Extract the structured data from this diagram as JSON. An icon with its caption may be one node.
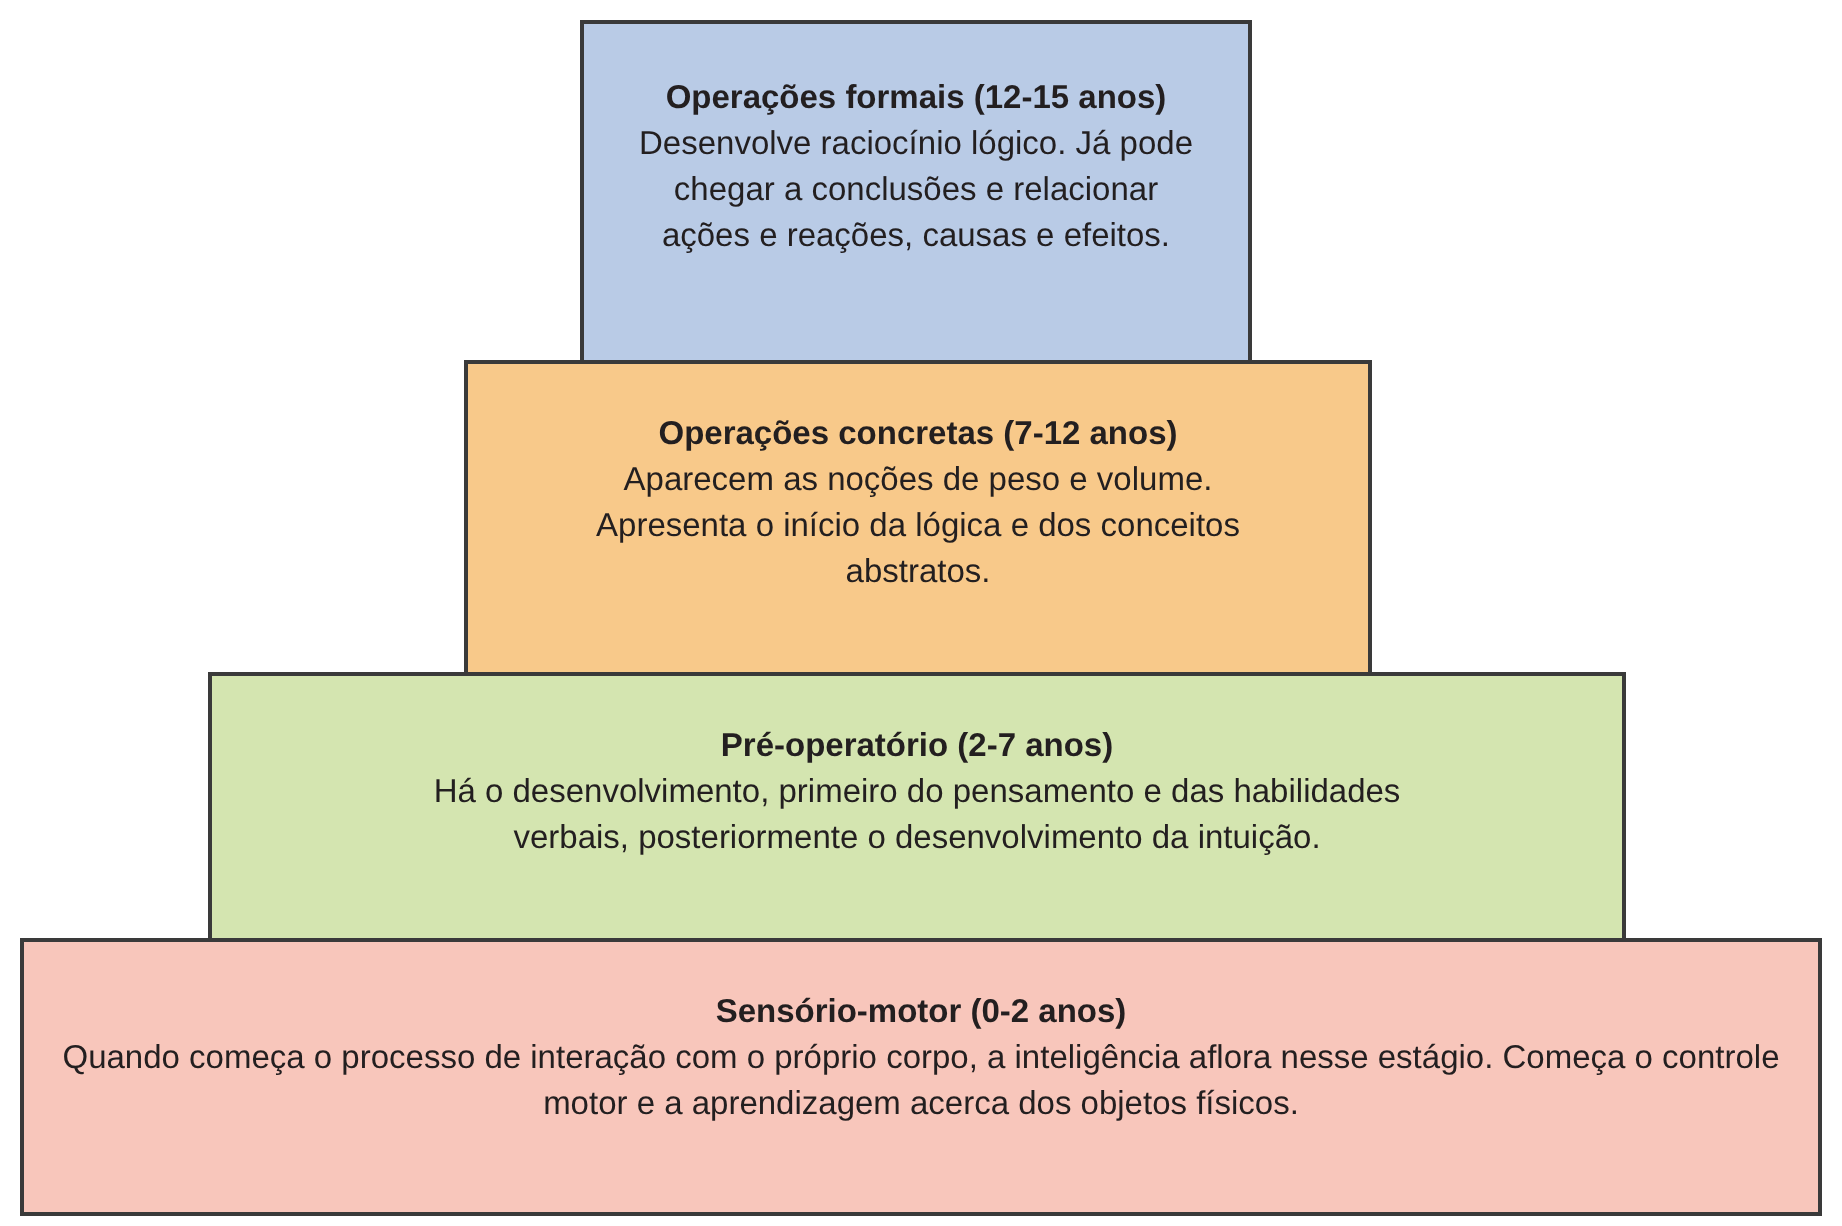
{
  "diagram": {
    "nodes": [
      {
        "text": [
          "Operações formais (12-15 anos)",
          "Desenvolve raciocínio lógico. Já pode chegar a conclusões e relacionar ações e reações, causas e efeitos."
        ]
      },
      {
        "text": [
          "Operações concretas (7-12 anos)",
          "Aparecem as noções de peso e volume. Apresenta o início da lógica e dos conceitos abstratos."
        ]
      },
      {
        "text": [
          "Pré-operatório (2-7 anos)",
          "Há o desenvolvimento, primeiro do pensamento e das habilidades verbais, posteriormente o desenvolvimento da intuição."
        ]
      },
      {
        "text": [
          "Sensório-motor (0-2 anos)",
          "Quando começa o processo de interação com o próprio corpo, a inteligência aflora nesse estágio. Começa o controle motor e a aprendizagem acerca dos objetos físicos."
        ]
      }
    ]
  }
}
